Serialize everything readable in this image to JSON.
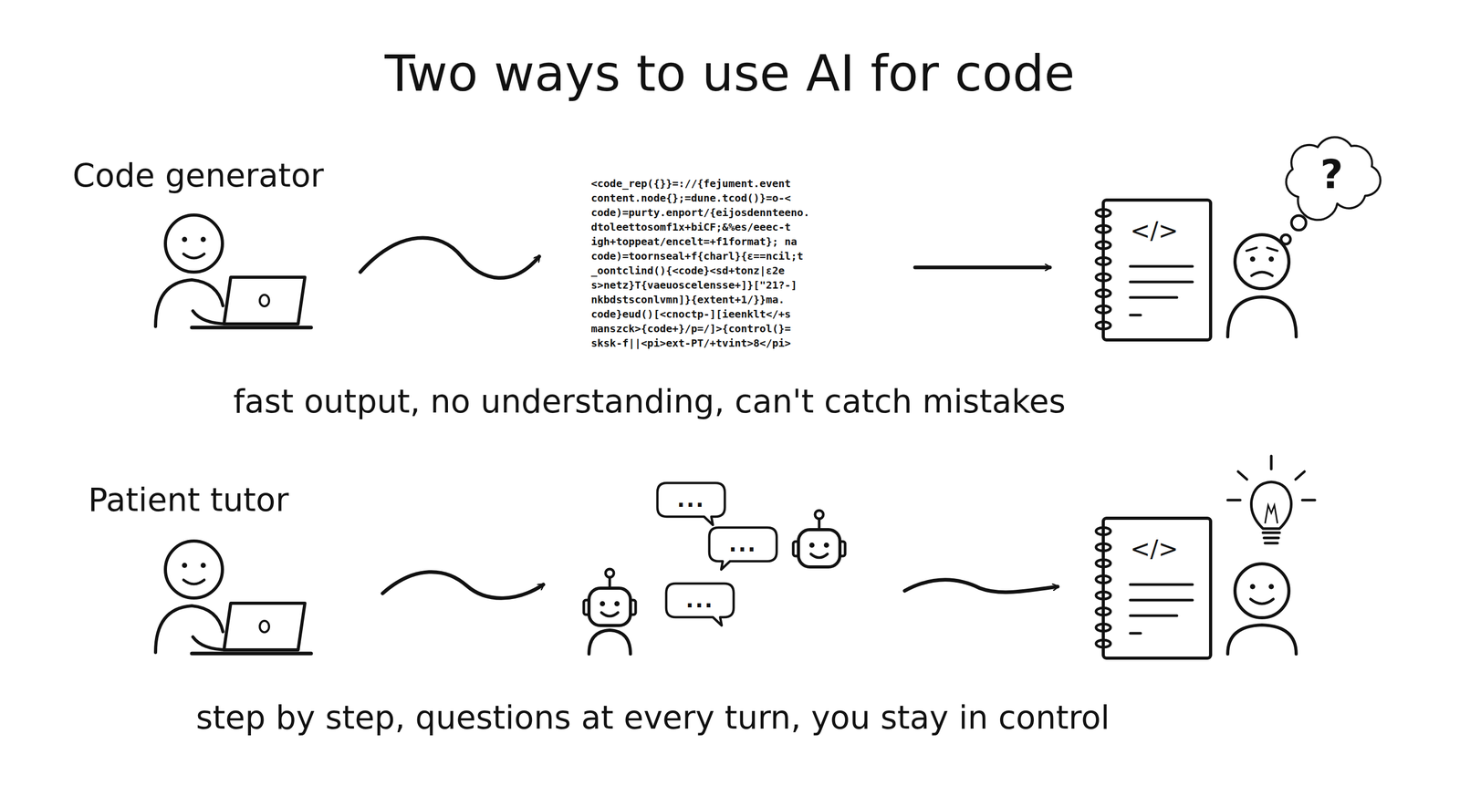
{
  "diagram": {
    "title": "Two ways to use AI for code",
    "nodes": [
      {
        "text": [
          "?"
        ]
      },
      {
        "text": [
          "..."
        ]
      },
      {
        "text": [
          "..."
        ]
      },
      {
        "text": [
          "..."
        ]
      }
    ],
    "labels": [
      "Code generator",
      "<code_rep({}}=://{fejument.event",
      "content.node{};=dune.tcod()}=o-<",
      "code)=purty.enport/{eijosdennteeno.",
      "dtoleettosomf1x+biCF;&%es/eeec-t",
      "igh+toppeat/encelt=+f1format}; na",
      "code)=toornseal+f{charl}{ε==ncil;t",
      "_oontclind(){<code}<sd+tonz|ε2e",
      "s>netz}T{vaeuoscelensse+]}[\"21?-]",
      "nkbdstsconlvmn]}{extent+1/}}ma.",
      "code}eud()[<cnoctp-][ieenklt</+s",
      "manszck>{code+}/p=/]>{control(}=",
      "sksk-f||<pi>ext-PT/+tvint>8</pi>",
      "</>",
      "fast output, no understanding, can't catch mistakes",
      "Patient tutor",
      "</>",
      "step by step, questions at every turn, you stay in control"
    ]
  }
}
